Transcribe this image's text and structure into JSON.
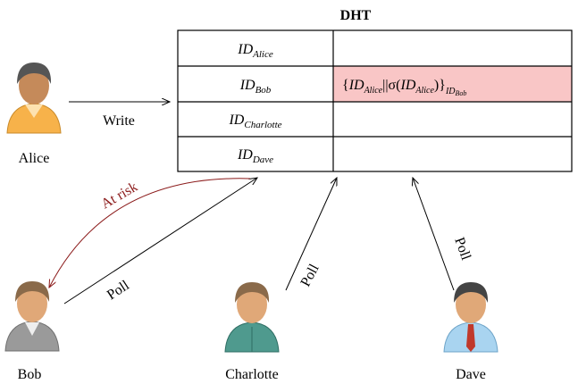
{
  "title": "DHT",
  "table": {
    "rows": [
      {
        "key": "ID",
        "key_sub": "Alice",
        "value": ""
      },
      {
        "key": "ID",
        "key_sub": "Bob",
        "value": "{ID_Alice||σ(ID_Alice)}_ID_Bob"
      },
      {
        "key": "ID",
        "key_sub": "Charlotte",
        "value": ""
      },
      {
        "key": "ID",
        "key_sub": "Dave",
        "value": ""
      }
    ],
    "highlight_row_index": 1,
    "highlight_color": "#f9c6c6"
  },
  "value_formula": {
    "open_brace": "{",
    "id1": "ID",
    "id1_sub": "Alice",
    "concat": "||σ(",
    "id2": "ID",
    "id2_sub": "Alice",
    "close": ")}",
    "outer_sub": "ID",
    "outer_sub_sub": "Bob"
  },
  "actors": [
    {
      "name": "Alice",
      "shirt": "#f7b24a",
      "hair": "#555555"
    },
    {
      "name": "Bob",
      "shirt": "#9a9a9a",
      "hair": "#8a6a4a"
    },
    {
      "name": "Charlotte",
      "shirt": "#4f9a8e",
      "hair": "#8a6a4a"
    },
    {
      "name": "Dave",
      "shirt": "#a9d4f0",
      "hair": "#444444",
      "tie": "#c0392b"
    }
  ],
  "edges": {
    "write": "Write",
    "poll": "Poll",
    "at_risk": "At risk",
    "at_risk_color": "#8b1a1a"
  }
}
